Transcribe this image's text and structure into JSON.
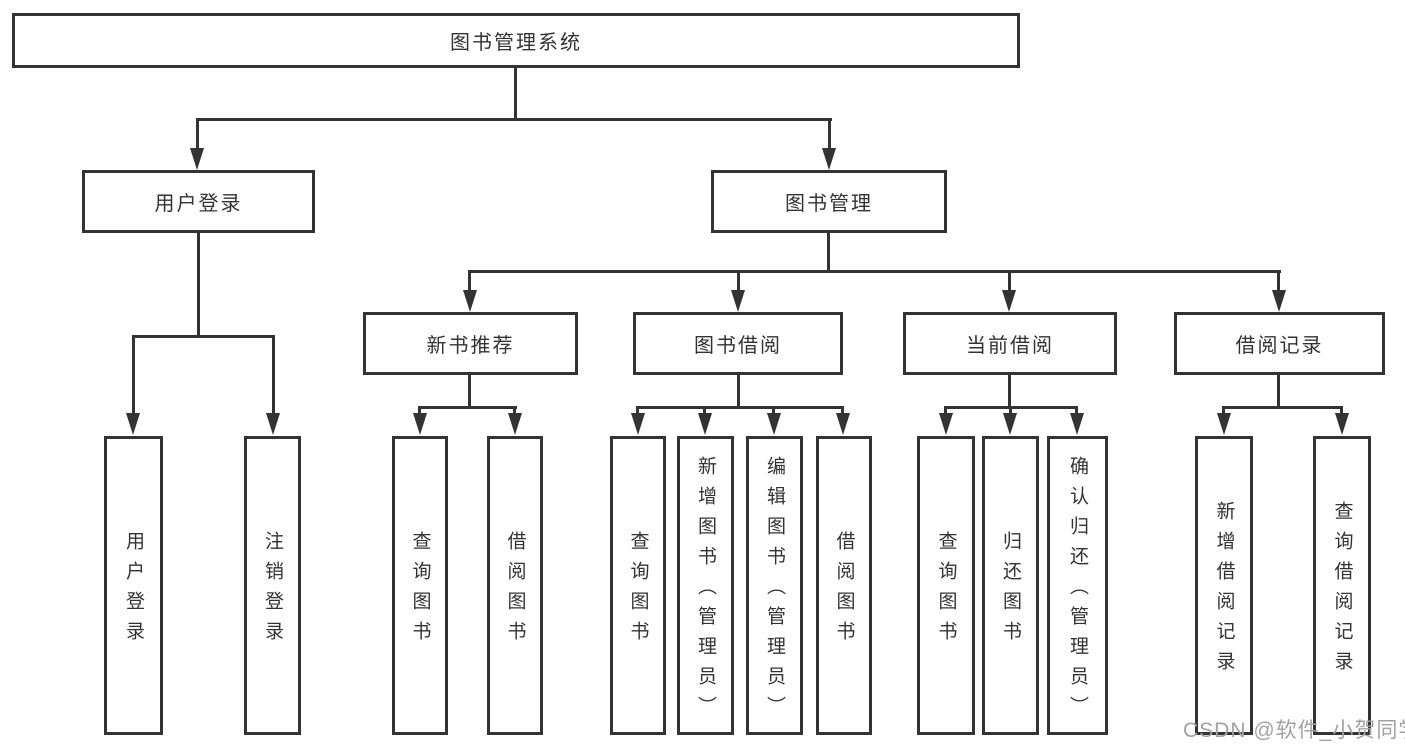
{
  "colors": {
    "line": "#333333",
    "text": "#333333",
    "watermark": "#a5a1a1"
  },
  "tree": {
    "root": {
      "label": "图书管理系统"
    },
    "branches": [
      {
        "label": "用户登录",
        "children": [
          {
            "label": "用户登录"
          },
          {
            "label": "注销登录"
          }
        ]
      },
      {
        "label": "图书管理",
        "children": [
          {
            "label": "新书推荐",
            "children": [
              {
                "label": "查询图书"
              },
              {
                "label": "借阅图书"
              }
            ]
          },
          {
            "label": "图书借阅",
            "children": [
              {
                "label": "查询图书"
              },
              {
                "label": "新增图书（管理员）"
              },
              {
                "label": "编辑图书（管理员）"
              },
              {
                "label": "借阅图书"
              }
            ]
          },
          {
            "label": "当前借阅",
            "children": [
              {
                "label": "查询图书"
              },
              {
                "label": "归还图书"
              },
              {
                "label": "确认归还（管理员）"
              }
            ]
          },
          {
            "label": "借阅记录",
            "children": [
              {
                "label": "新增借阅记录"
              },
              {
                "label": "查询借阅记录"
              }
            ]
          }
        ]
      }
    ]
  },
  "watermark": "CSDN @软件_小贺同学"
}
